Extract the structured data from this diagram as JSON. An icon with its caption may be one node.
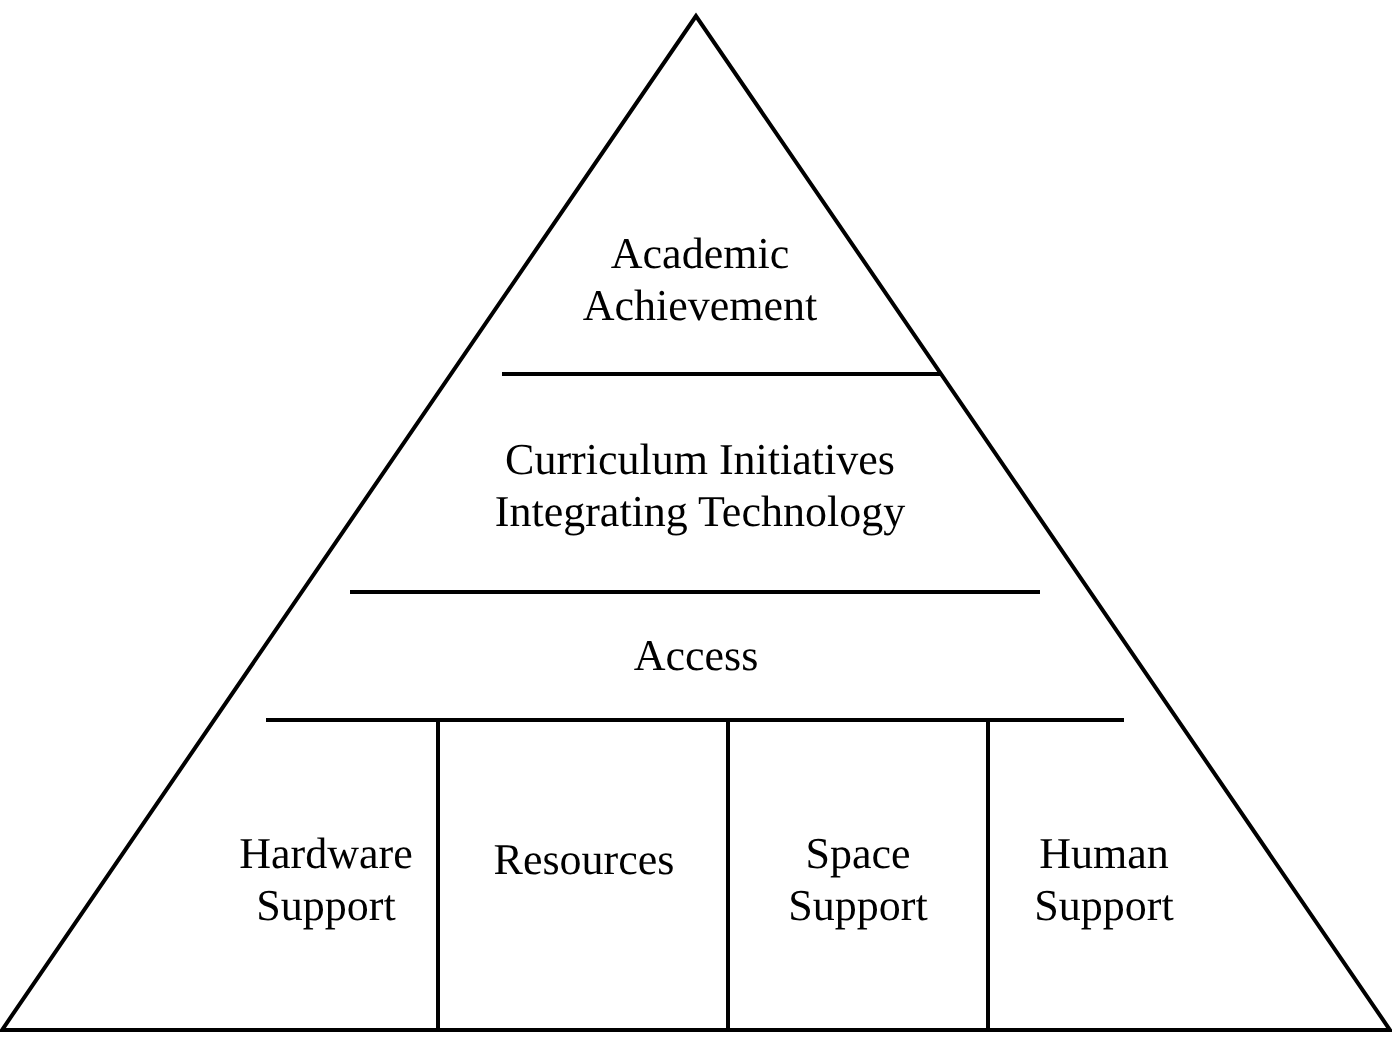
{
  "diagram": {
    "nodes": [
      {
        "text": [
          "Academic Achievement"
        ]
      },
      {
        "text": [
          "Curriculum Initiatives Integrating Technology"
        ]
      },
      {
        "text": [
          "Access"
        ]
      },
      {
        "text": [
          "Hardware Support"
        ]
      },
      {
        "text": [
          "Resources"
        ]
      },
      {
        "text": [
          "Space Support"
        ]
      },
      {
        "text": [
          "Human Support"
        ]
      }
    ],
    "edges": []
  }
}
